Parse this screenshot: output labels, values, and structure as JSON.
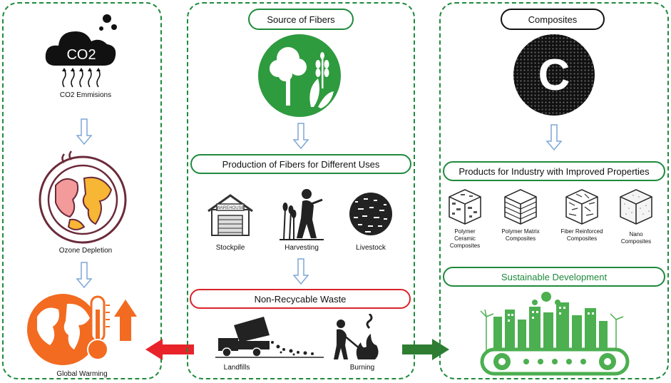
{
  "left": {
    "co2_cloud_text": "CO2",
    "co2_label": "CO2 Emmisions",
    "ozone_label": "Ozone Depletion",
    "warming_label": "Global Warming"
  },
  "middle": {
    "source_title": "Source of Fibers",
    "production_title": "Production of Fibers for Different Uses",
    "stockpile_label": "Stockpile",
    "warehouse_sign": "WAREHOUSE",
    "harvesting_label": "Harvesting",
    "livestock_label": "Livestock",
    "waste_title": "Non-Recycable Waste",
    "landfills_label": "Landfills",
    "burning_label": "Burning"
  },
  "right": {
    "composites_title": "Composites",
    "composites_logo_letter": "C",
    "products_title": "Products for Industry with Improved Properties",
    "product_1": "Polymer Ceramic Composites",
    "product_2": "Polymer Matrix Composites",
    "product_3": "Fiber Reinforced Composites",
    "product_4": "Nano Composites",
    "sustainable_title": "Sustainable Development"
  },
  "colors": {
    "panel_border": "#1f8a3c",
    "arrow_red": "#e8232a",
    "arrow_green": "#2e7d32",
    "accent_orange": "#f26b21",
    "flow_arrow": "#7ea6d6"
  }
}
